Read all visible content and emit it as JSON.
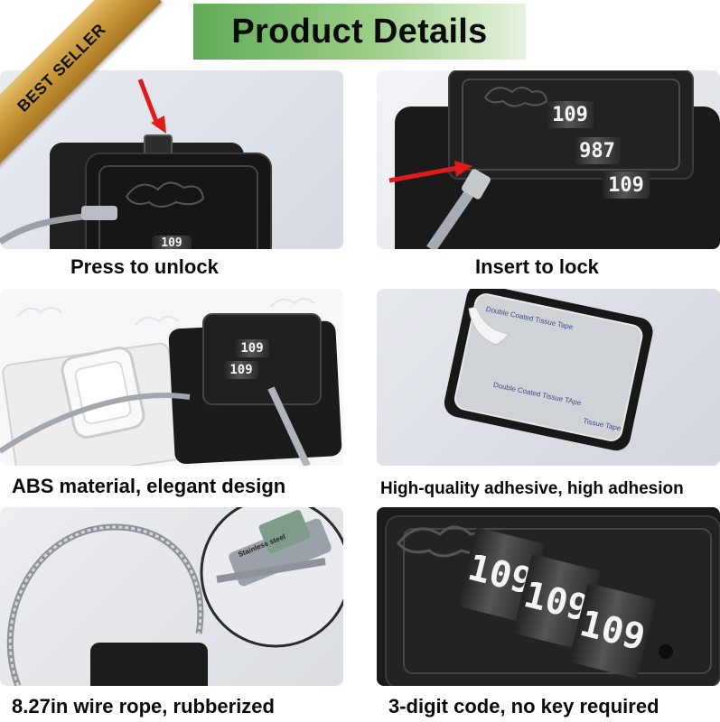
{
  "header": {
    "title": "Product Details"
  },
  "ribbon": {
    "label": "BEST SELLER"
  },
  "panels": [
    {
      "caption": "Press to unlock",
      "dial_digits": "109"
    },
    {
      "caption": "Insert to lock",
      "dial_digits": [
        "109",
        "987",
        "109"
      ]
    },
    {
      "caption": "ABS material, elegant design",
      "dial_digits": [
        "109",
        "109"
      ]
    },
    {
      "caption": "High-quality adhesive, high adhesion",
      "tape_text": [
        "Double Coated Tissue Tape",
        "Double Coated Tissue TApe",
        "Tissue Tape"
      ]
    },
    {
      "caption": "8.27in wire rope, rubberized",
      "caliper_text": "Stainless steel"
    },
    {
      "caption": "3-digit code, no key required",
      "dial_digits": [
        "109",
        "109",
        "109"
      ]
    }
  ],
  "colors": {
    "header_green": "#5faa57",
    "ribbon_gold": "#c79636",
    "panel_bg": "#dfe3ea",
    "arrow_red": "#e11a1a",
    "lock_black": "#1c1c1c"
  }
}
